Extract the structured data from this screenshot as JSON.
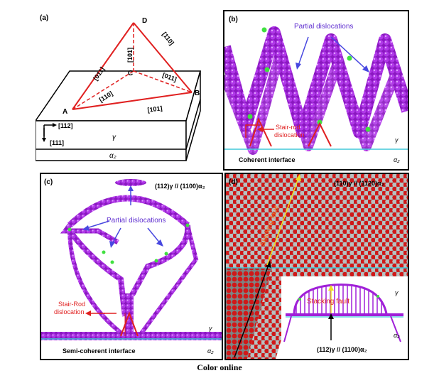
{
  "panel_a": {
    "label": "(a)",
    "vertex_a": "A",
    "vertex_b": "B",
    "vertex_c": "C",
    "vertex_d": "D",
    "dir_ad": "[011]",
    "dir_db": "[110]",
    "dir_dc": "[101]",
    "dir_ca": "[110]",
    "dir_cb": "[011]",
    "dir_ab": "[101]",
    "axis_112": "[112]",
    "axis_111": "[111]",
    "phase_gamma": "γ",
    "phase_alpha2": "α₂"
  },
  "panel_b": {
    "label": "(b)",
    "partial_dislocations": "Partial dislocations",
    "stair_rod_1": "Stair-rod",
    "stair_rod_2": "dislocation",
    "coherent_interface": "Coherent interface",
    "phase_gamma": "γ",
    "phase_alpha2": "α₂"
  },
  "panel_c": {
    "label": "(c)",
    "orientation": "(112)γ // (1100)α₂",
    "partial_dislocations": "Partial dislocations",
    "stair_rod_1": "Stair-Rod",
    "stair_rod_2": "dislocation",
    "semi_coherent_interface": "Semi-coherent interface",
    "phase_gamma": "γ",
    "phase_alpha2": "α₂"
  },
  "panel_d": {
    "label": "(d)",
    "orientation": "(110)γ // (1120)α₂",
    "stacking_fault_diag": "Stacking fault",
    "stacking_fault_inset": "Stacking fault",
    "bottom_orientation": "(112)γ // (1100)α₂",
    "phase_gamma": "γ",
    "phase_alpha2": "α₂"
  },
  "caption": "Color online",
  "colors": {
    "atom_purple": "#a020d8",
    "atom_green": "#40e040",
    "atom_red": "#d01818",
    "atom_gray": "#a8b0b0",
    "interface_cyan": "#40c8d8",
    "edge_red": "#e02020",
    "arrow_blue": "#4848e0"
  }
}
